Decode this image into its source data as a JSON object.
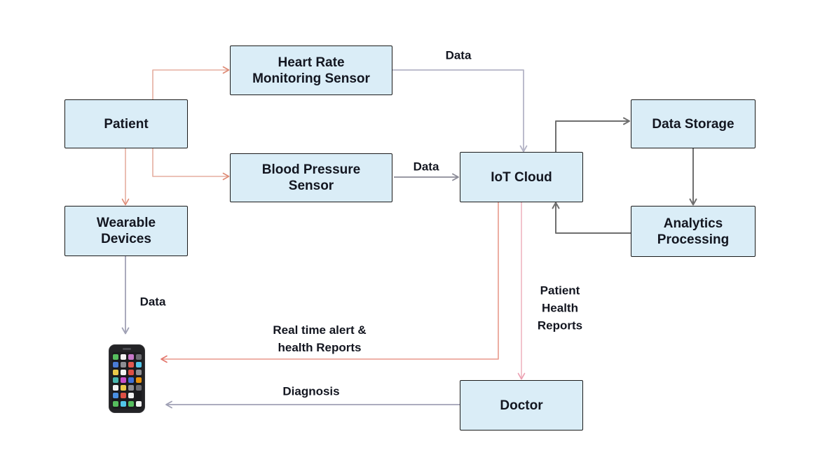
{
  "colors": {
    "box-fill": "#DAEDF7",
    "box-border": "#1A1A1A",
    "ink": "#131620",
    "salmon": "#E5AEA0",
    "salmon-head": "#DE8A74",
    "coral": "#E8998C",
    "coral-head": "#E3756B",
    "pink": "#EFB9C4",
    "pink-head": "#EC9FB1",
    "lavender-light": "#B4B4C6",
    "lavender": "#A0A1B5",
    "gray": "#8C8C98",
    "dark-gray": "#6F6F6F"
  },
  "nodes": {
    "patient": {
      "label": "Patient"
    },
    "heart_rate": {
      "line1": "Heart Rate",
      "line2": "Monitoring Sensor"
    },
    "blood_pressure": {
      "line1": "Blood Pressure",
      "line2": "Sensor"
    },
    "wearable": {
      "line1": "Wearable",
      "line2": "Devices"
    },
    "iot_cloud": {
      "label": "IoT Cloud"
    },
    "data_storage": {
      "label": "Data Storage"
    },
    "analytics": {
      "line1": "Analytics",
      "line2": "Processing"
    },
    "doctor": {
      "label": "Doctor"
    }
  },
  "edge_labels": {
    "heart_rate_data": "Data",
    "blood_pressure_data": "Data",
    "wearable_data": "Data",
    "alert_line1": "Real time alert &",
    "alert_line2": "health Reports",
    "phr_line1": "Patient",
    "phr_line2": "Health",
    "phr_line3": "Reports",
    "diagnosis": "Diagnosis"
  },
  "icons": {
    "smartphone": {
      "app_colors": [
        "#56BE5E",
        "#F2F2F2",
        "#C678C8",
        "#6C6C72",
        "#4A7CD6",
        "#8E8E93",
        "#E0584F",
        "#52C6E8",
        "#E9C94A",
        "#F2F2F2",
        "#DD4F44",
        "#8E8E93",
        "#49B7AF",
        "#C94FC9",
        "#3E6FD8",
        "#E8920C",
        "#F2F2F2",
        "#E9C94A",
        "#8E8E93",
        "#6C6C72",
        "#4A90E2",
        "#DD4F44",
        "#F2F2F2",
        ""
      ],
      "dock_colors": [
        "#56BE5E",
        "#52C6E8",
        "#56BE5E",
        "#F2F2F2"
      ]
    }
  }
}
